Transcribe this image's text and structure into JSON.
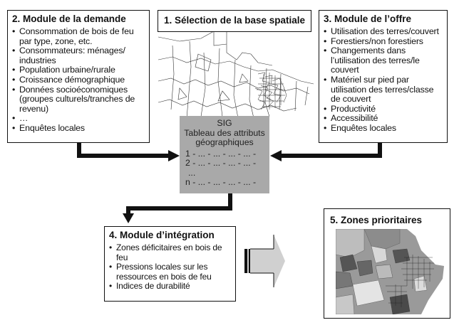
{
  "modules": {
    "demand": {
      "title": "2. Module de la demande",
      "items": [
        "Consommation de bois de feu par type, zone, etc.",
        "Consommateurs: ménages/ industries",
        "Population urbaine/rurale",
        "Croissance démographique",
        "Données socioéconomiques (groupes culturels/tranches de revenu)",
        "…",
        "Enquêtes locales"
      ]
    },
    "spatial": {
      "title": "1. Sélection de la base spatiale",
      "map_icon": "admin-boundaries-map"
    },
    "offer": {
      "title": "3. Module de l’offre",
      "items": [
        "Utilisation des terres/couvert",
        "Forestiers/non forestiers",
        "Changements dans l’utilisation des terres/le couvert",
        "Matériel sur pied par utilisation des terres/classe de couvert",
        "Productivité",
        "Accessibilité",
        "Enquêtes locales"
      ]
    },
    "gis": {
      "line1": "SIG",
      "line2": "Tableau des attributs",
      "line3": "géographiques",
      "rows": [
        "1 - ... - ... - ... - ... -",
        "2 - ... - ... - ... - ... -",
        "...",
        "n - ... - ... - ... - ... -"
      ]
    },
    "integration": {
      "title": "4. Module d’intégration",
      "items": [
        "Zones déficitaires en bois de feu",
        "Pressions locales sur les ressources en bois de feu",
        "Indices de durabilité"
      ]
    },
    "priority": {
      "title": "5. Zones prioritaires",
      "map_icon": "priority-zones-map"
    }
  },
  "colors": {
    "gis_fill": "#a9a9a9",
    "arrow": "#111111",
    "big_arrow": "#cfcfcf"
  }
}
